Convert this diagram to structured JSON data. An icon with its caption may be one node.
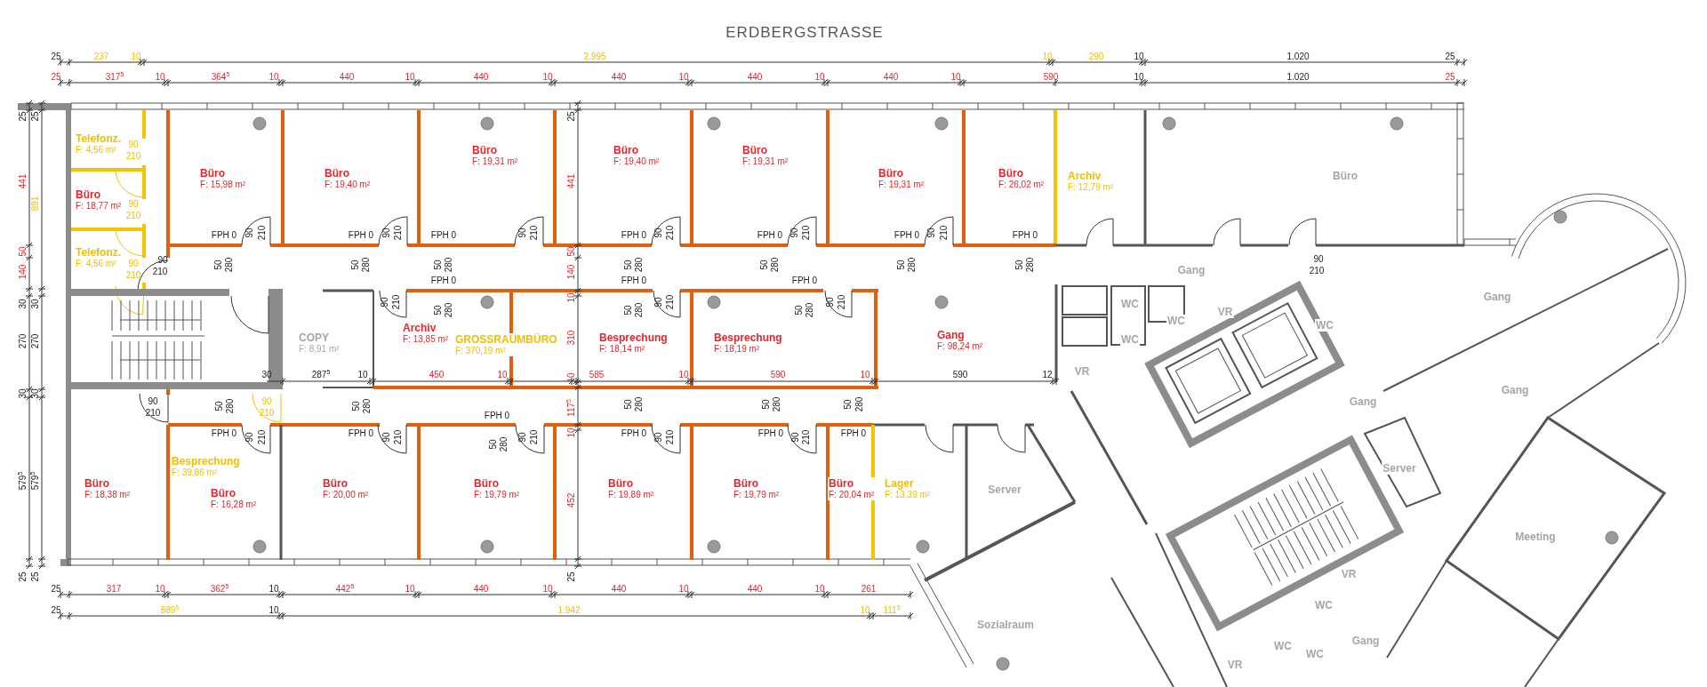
{
  "diagram": {
    "nodes": [
      {
        "text": [
          "Telefonz.",
          "F: 4,56 m²"
        ]
      },
      {
        "text": [
          "Büro",
          "F: 18,77 m²"
        ]
      },
      {
        "text": [
          "Telefonz.",
          "F: 4,56 m²"
        ]
      },
      {
        "text": [
          "Büro",
          "F: 15,98 m²"
        ]
      },
      {
        "text": [
          "Büro",
          "F: 19,40 m²"
        ]
      },
      {
        "text": [
          "Büro",
          "F: 19,31 m²"
        ]
      },
      {
        "text": [
          "Büro",
          "F: 19,40 m²"
        ]
      },
      {
        "text": [
          "Büro",
          "F: 19,31 m²"
        ]
      },
      {
        "text": [
          "Büro",
          "F: 19,31 m²"
        ]
      },
      {
        "text": [
          "Büro",
          "F: 26,02 m²"
        ]
      },
      {
        "text": [
          "Archiv",
          "F: 12,79 m²"
        ]
      },
      {
        "text": [
          "Büro"
        ]
      },
      {
        "text": [
          "Gang"
        ]
      },
      {
        "text": [
          "Gang"
        ]
      },
      {
        "text": [
          "WC"
        ]
      },
      {
        "text": [
          "WC"
        ]
      },
      {
        "text": [
          "VR"
        ]
      },
      {
        "text": [
          "WC"
        ]
      },
      {
        "text": [
          "WC"
        ]
      },
      {
        "text": [
          "COPY",
          "F: 8,91 m²"
        ]
      },
      {
        "text": [
          "Archiv",
          "F: 13,85 m²"
        ]
      },
      {
        "text": [
          "GROSSRAUMBÜRO",
          "F: 370,19 m²"
        ]
      },
      {
        "text": [
          "Besprechung",
          "F: 18,14 m²"
        ]
      },
      {
        "text": [
          "Besprechung",
          "F: 18,19 m²"
        ]
      },
      {
        "text": [
          "Gang",
          "F: 98,24 m²"
        ]
      },
      {
        "text": [
          "VR"
        ]
      },
      {
        "text": [
          "Gang"
        ]
      },
      {
        "text": [
          "Gang"
        ]
      },
      {
        "text": [
          "Büro",
          "F: 18,38 m²"
        ]
      },
      {
        "text": [
          "Besprechung",
          "F: 39,86 m²"
        ]
      },
      {
        "text": [
          "Büro",
          "F: 16,28 m²"
        ]
      },
      {
        "text": [
          "Büro",
          "F: 20,00 m²"
        ]
      },
      {
        "text": [
          "Büro",
          "F: 19,79 m²"
        ]
      },
      {
        "text": [
          "Büro",
          "F: 19,89 m²"
        ]
      },
      {
        "text": [
          "Büro",
          "F: 19,79 m²"
        ]
      },
      {
        "text": [
          "Büro",
          "F: 20,04 m²"
        ]
      },
      {
        "text": [
          "Lager",
          "F: 13,39 m²"
        ]
      },
      {
        "text": [
          "Server"
        ]
      },
      {
        "text": [
          "Server"
        ]
      },
      {
        "text": [
          "Meeting"
        ]
      },
      {
        "text": [
          "VR"
        ]
      },
      {
        "text": [
          "WC"
        ]
      },
      {
        "text": [
          "Sozialraum"
        ]
      },
      {
        "text": [
          "Gang"
        ]
      },
      {
        "text": [
          "WC"
        ]
      },
      {
        "text": [
          "WC"
        ]
      },
      {
        "text": [
          "VR"
        ]
      }
    ],
    "labels": [
      "ERDBERGSTRASSE",
      "25",
      "237",
      "10",
      "2.995",
      "10",
      "290",
      "10",
      "1.020",
      "25",
      "25",
      "317$^{5}$",
      "10",
      "364$^{5}$",
      "10",
      "440",
      "10",
      "440",
      "10",
      "440",
      "10",
      "440",
      "10",
      "440",
      "10",
      "590",
      "10",
      "1.020",
      "25",
      "25",
      "441",
      "50",
      "140",
      "30",
      "270",
      "30",
      "579$^{5}$",
      "25",
      "25",
      "891",
      "30",
      "270",
      "30",
      "579$^{5}$",
      "25",
      "25",
      "441",
      "50",
      "140",
      "10",
      "310",
      "10",
      "117$^{5}$",
      "10",
      "452",
      "25",
      "30",
      "287$^{5}$",
      "10",
      "450",
      "10",
      "585",
      "10",
      "590",
      "10",
      "590",
      "12",
      "25",
      "317",
      "10",
      "362$^{5}$",
      "10",
      "442$^{5}$",
      "10",
      "440",
      "10",
      "440",
      "10",
      "440",
      "10",
      "261",
      "25",
      "889$^{5}$",
      "10",
      "1.942",
      "10",
      "111$^{5}$",
      "90",
      "210",
      "90",
      "210",
      "90",
      "210",
      "90",
      "210",
      "FPH 0",
      "50",
      "280",
      "90",
      "210",
      "FPH 0",
      "50",
      "280",
      "90",
      "210",
      "FPH 0",
      "50",
      "280",
      "90",
      "210",
      "FPH 0",
      "50",
      "280",
      "90",
      "210",
      "FPH 0",
      "50",
      "280",
      "90",
      "210",
      "FPH 0",
      "50",
      "280",
      "90",
      "210",
      "FPH 0",
      "50",
      "280",
      "90",
      "210",
      "90",
      "210",
      "FPH 0",
      "50",
      "280",
      "FPH 0",
      "50",
      "280",
      "90",
      "210",
      "FPH 0",
      "50",
      "280",
      "90",
      "210",
      "90",
      "210",
      "50",
      "280",
      "90",
      "210",
      "FPH 0",
      "90",
      "210",
      "50",
      "280",
      "FPH 0",
      "90",
      "210",
      "FPH 0",
      "50",
      "280",
      "90",
      "210",
      "50",
      "280",
      "FPH 0",
      "90",
      "210",
      "50",
      "280",
      "FPH 0",
      "90",
      "210",
      "50",
      "280",
      "FPH 0"
    ]
  }
}
